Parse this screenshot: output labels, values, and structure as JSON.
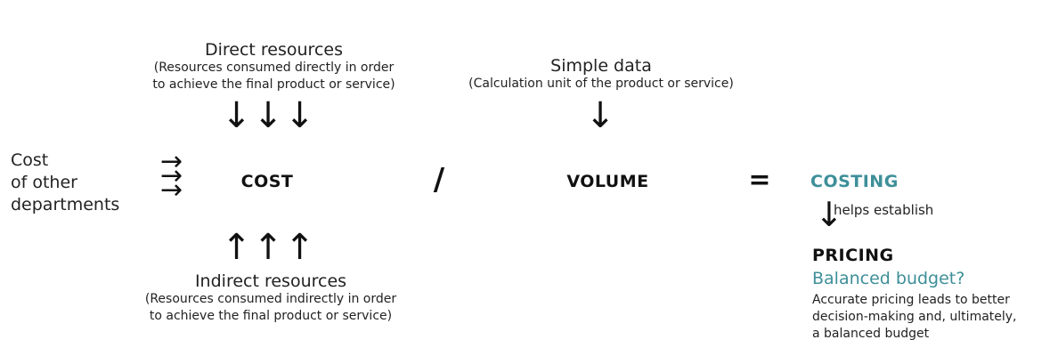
{
  "direct": {
    "title": "Direct resources",
    "line1": "(Resources consumed directly in order",
    "line2": "to achieve the final product or service)"
  },
  "indirect": {
    "title": "Indirect resources",
    "line1": "(Resources consumed indirectly in order",
    "line2": "to achieve the final product or service)"
  },
  "simple": {
    "title": "Simple data",
    "line1": "(Calculation unit of the product or service)"
  },
  "other": {
    "line1": "Cost",
    "line2": "of other",
    "line3": "departments"
  },
  "formula": {
    "cost": "COST",
    "divide": "/",
    "volume": "VOLUME",
    "equals": "=",
    "costing": "COSTING"
  },
  "helps": "helps establish",
  "pricing": {
    "title": "PRICING",
    "question": "Balanced budget?",
    "line1": "Accurate pricing leads to better",
    "line2": "decision-making and, ultimately,",
    "line3": "a balanced budget"
  },
  "colors": {
    "accent": "#3e8f98",
    "text": "#111111"
  },
  "icons": [
    "arrow-down-icon",
    "arrow-up-icon",
    "arrow-right-icon"
  ]
}
